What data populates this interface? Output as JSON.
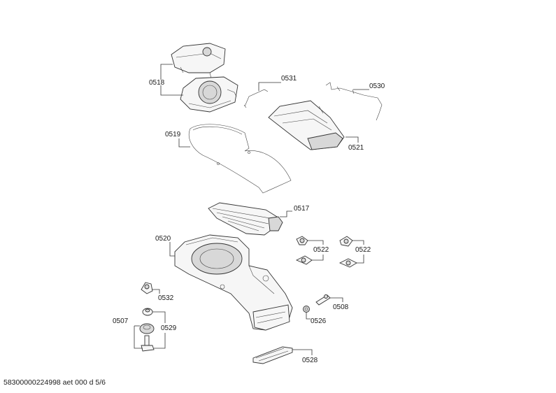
{
  "parts": {
    "p0518": "0518",
    "p0531": "0531",
    "p0530": "0530",
    "p0519": "0519",
    "p0521": "0521",
    "p0517": "0517",
    "p0520": "0520",
    "p0522a": "0522",
    "p0522b": "0522",
    "p0532": "0532",
    "p0507": "0507",
    "p0529": "0529",
    "p0508": "0508",
    "p0526": "0526",
    "p0528": "0528"
  },
  "footer": "58300000224998 aet 000 d 5/6"
}
